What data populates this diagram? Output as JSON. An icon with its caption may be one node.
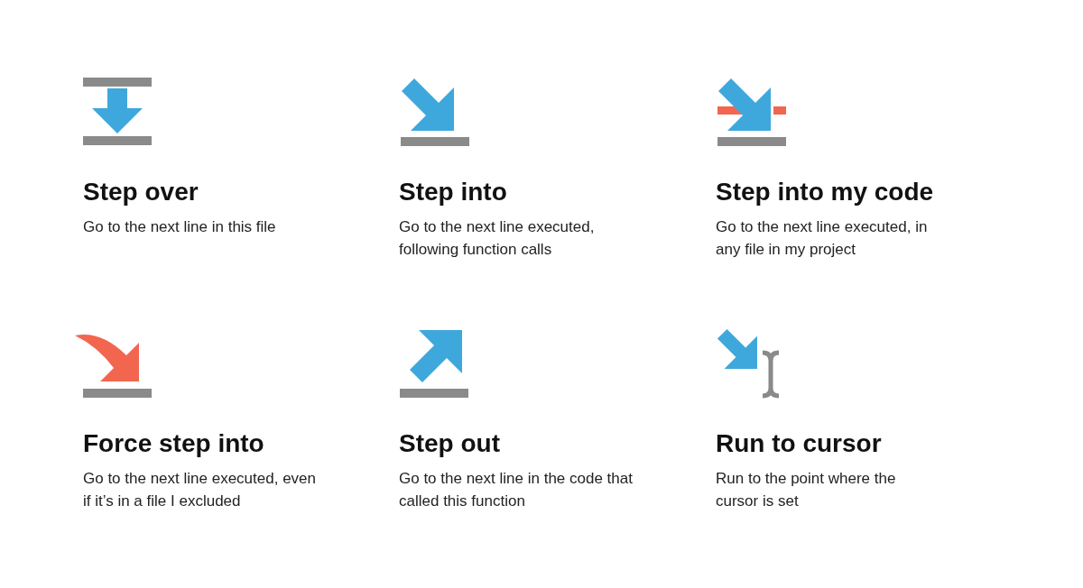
{
  "diagram": {
    "labels": [
      "Step over",
      "Go to the next line in this file",
      "Step into",
      "Go to the next line executed, following function calls",
      "Step into my code",
      "Go to the next line executed, in any file in my project",
      "Force step into",
      "Go to the next line executed, even if it’s in a file I excluded",
      "Step out",
      "Go to the next line in the code that called this function",
      "Run to cursor",
      "Run to the point where the cursor is set"
    ]
  }
}
